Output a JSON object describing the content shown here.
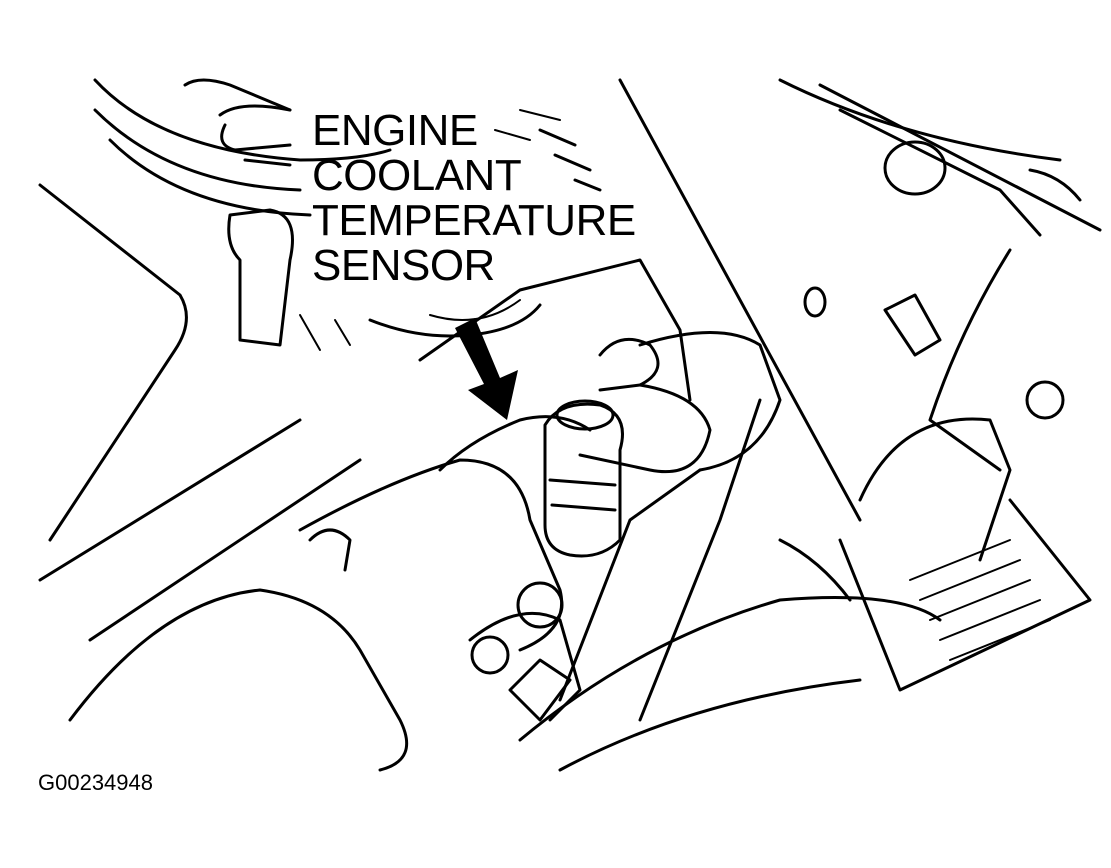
{
  "callout": {
    "line1": "ENGINE",
    "line2": "COOLANT",
    "line3": "TEMPERATURE",
    "line4": "SENSOR"
  },
  "figure_id": "G00234948",
  "colors": {
    "ink": "#000000",
    "paper": "#ffffff"
  }
}
